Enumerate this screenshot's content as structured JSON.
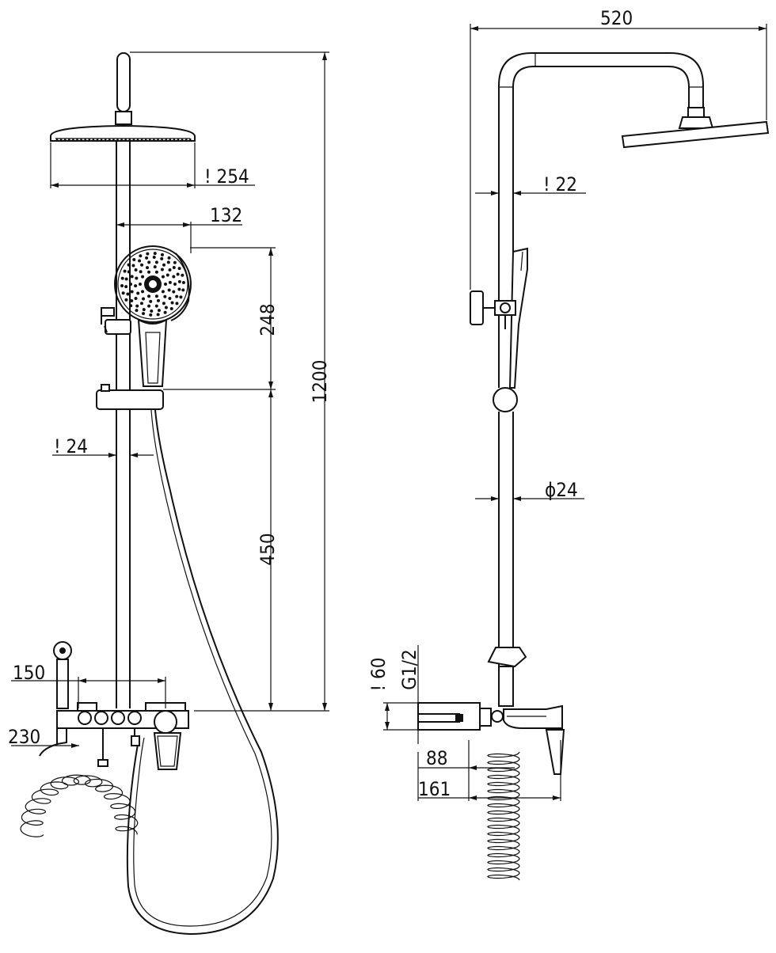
{
  "front_view": {
    "dims": {
      "head_diameter": "! 254",
      "hand_shower_offset": "132",
      "hand_shower_height": "248",
      "total_height": "1200",
      "slider_to_mixer": "450",
      "bar_diameter": "! 24",
      "mixer_width": "150",
      "mixer_offset": "230"
    }
  },
  "side_view": {
    "dims": {
      "arm_length": "520",
      "pipe_diameter": "! 22",
      "bar_diameter": "ϕ24",
      "mixer_height": "! 60",
      "thread": "G1/2",
      "mixer_depth_1": "88",
      "mixer_depth_2": "161"
    }
  }
}
